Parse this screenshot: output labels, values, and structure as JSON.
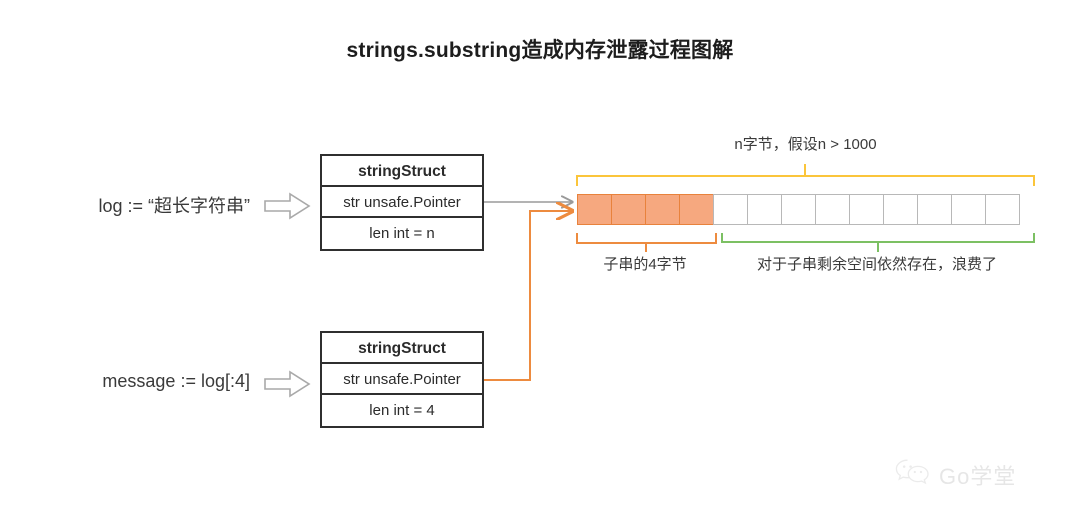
{
  "title": "strings.substring造成内存泄露过程图解",
  "expressions": {
    "log": "log := “超长字符串”",
    "message": "message := log[:4]"
  },
  "structs": [
    {
      "header": "stringStruct",
      "pointer_row": "str unsafe.Pointer",
      "len_row": "len int = n"
    },
    {
      "header": "stringStruct",
      "pointer_row": "str unsafe.Pointer",
      "len_row": "len int = 4"
    }
  ],
  "memory": {
    "total_cells": 13,
    "used_cells": 4,
    "free_cells": 9,
    "used_fill": "#f6a87f",
    "used_border": "#e8823c",
    "free_border": "#b8b8b8"
  },
  "annotations": {
    "top": "n字节，假设n > 1000",
    "substring": "子串的4字节",
    "wasted": "对于子串剩余空间依然存在，浪费了"
  },
  "colors": {
    "orange": "#ed8b3f",
    "green": "#7cc063",
    "yellow": "#fbc53b",
    "gray_line": "#9a9a9a",
    "struct_border": "#2f2f2f"
  },
  "watermark": {
    "text": "Go学堂"
  }
}
